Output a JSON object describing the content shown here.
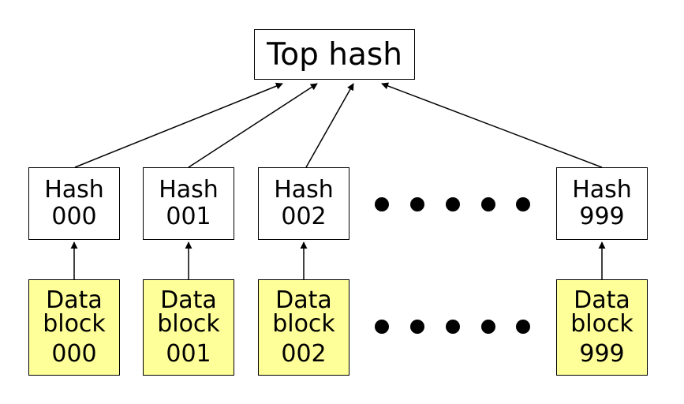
{
  "top_hash": "Top hash",
  "hashes": [
    {
      "line1": "Hash",
      "line2": "000"
    },
    {
      "line1": "Hash",
      "line2": "001"
    },
    {
      "line1": "Hash",
      "line2": "002"
    },
    {
      "line1": "Hash",
      "line2": "999"
    }
  ],
  "data_blocks": [
    {
      "line1": "Data",
      "line2": "block",
      "line3": "000"
    },
    {
      "line1": "Data",
      "line2": "block",
      "line3": "001"
    },
    {
      "line1": "Data",
      "line2": "block",
      "line3": "002"
    },
    {
      "line1": "Data",
      "line2": "block",
      "line3": "999"
    }
  ],
  "colors": {
    "data_fill": "#ffff99",
    "border": "#000000"
  }
}
